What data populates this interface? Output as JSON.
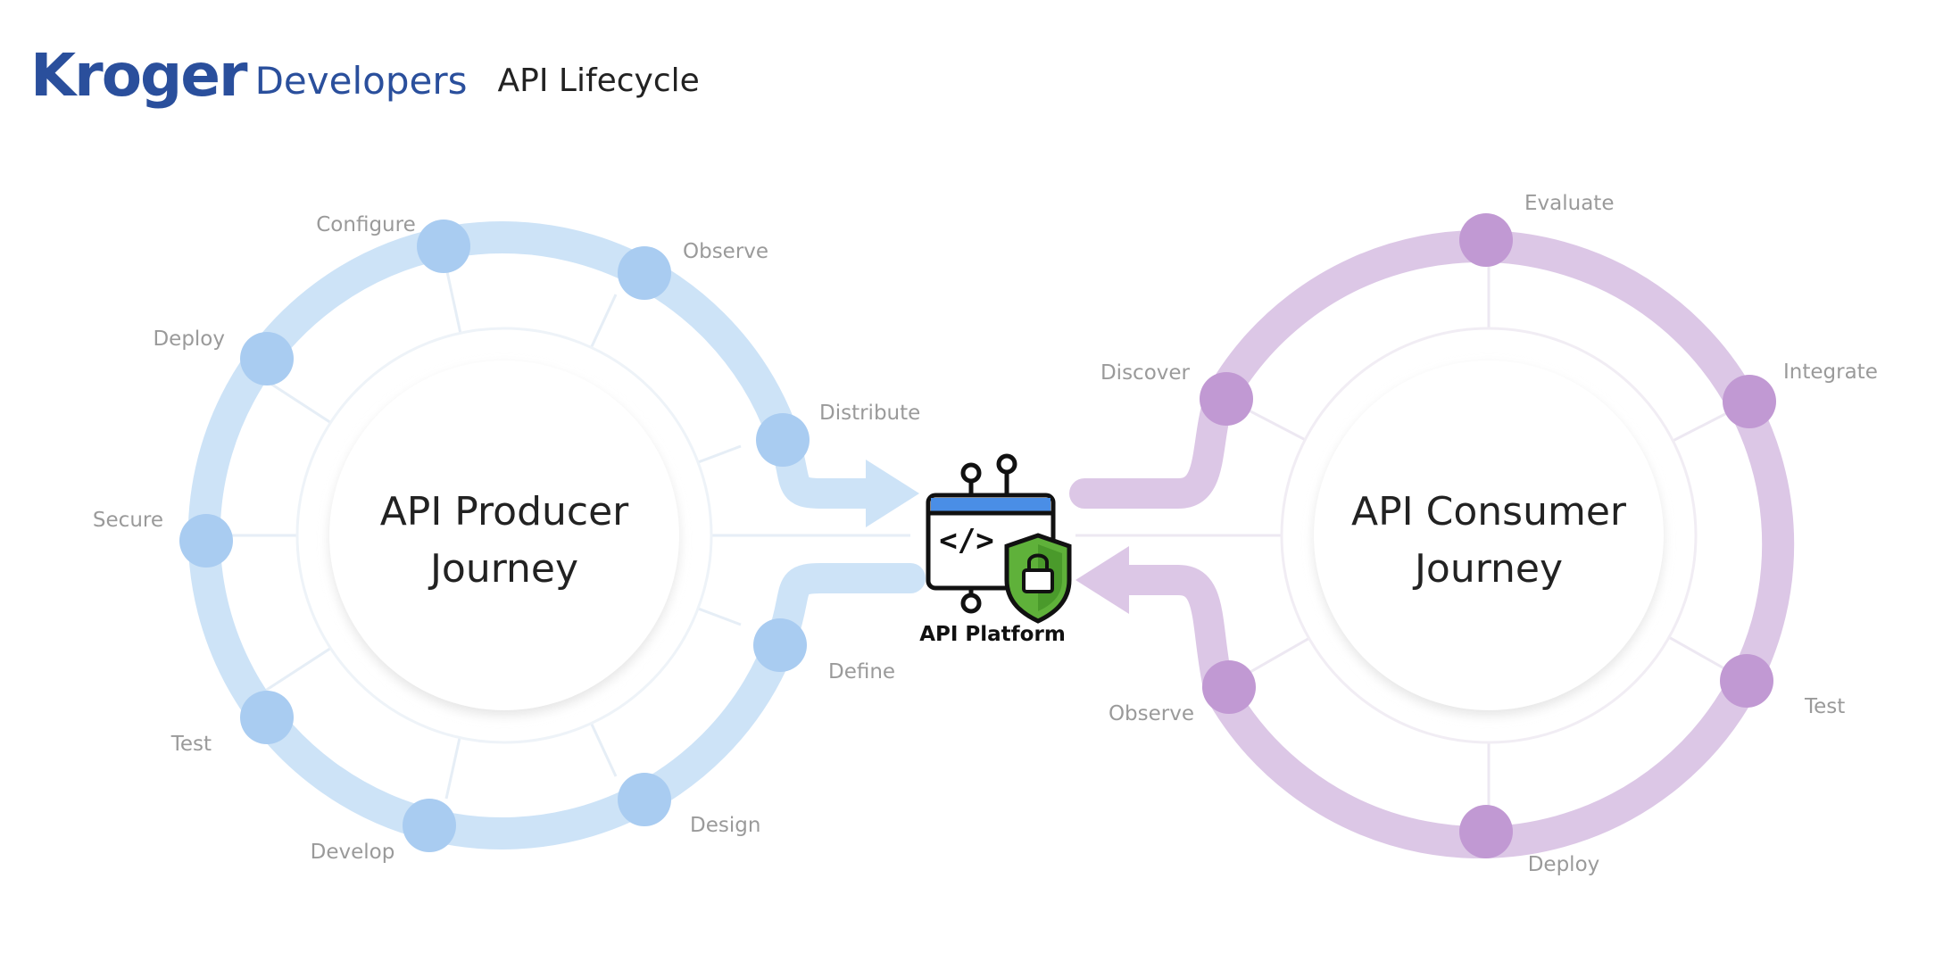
{
  "header": {
    "logo_brand": "Kroger",
    "logo_text": "Developers",
    "title": "API Lifecycle"
  },
  "colors": {
    "producer_ring": "#cde3f7",
    "producer_node": "#a9ccf1",
    "consumer_ring": "#dcc7e6",
    "consumer_node": "#c199d3",
    "brand_blue": "#2a4f9c"
  },
  "producer": {
    "title_line1": "API Producer",
    "title_line2": "Journey",
    "stages": [
      "Configure",
      "Observe",
      "Distribute",
      "Deploy",
      "Secure",
      "Test",
      "Develop",
      "Design",
      "Define"
    ]
  },
  "platform": {
    "label": "API Platform",
    "icon": "api-platform-shield-lock-icon"
  },
  "consumer": {
    "title_line1": "API Consumer",
    "title_line2": "Journey",
    "stages": [
      "Evaluate",
      "Discover",
      "Integrate",
      "Observe",
      "Test",
      "Deploy"
    ]
  }
}
